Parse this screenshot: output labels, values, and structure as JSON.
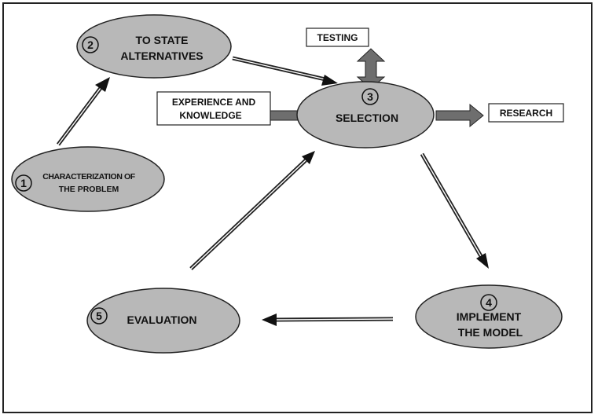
{
  "diagram": {
    "colors": {
      "node_fill": "#b8b8b8",
      "outline": "#222222",
      "solid_arrow_fill": "#6e6e6e",
      "background": "#ffffff"
    },
    "nodes": {
      "n1": {
        "number": "1",
        "line1": "CHARACTERIZATION OF",
        "line2": "THE PROBLEM"
      },
      "n2": {
        "number": "2",
        "line1": "TO STATE",
        "line2": "ALTERNATIVES"
      },
      "n3": {
        "number": "3",
        "line1": "SELECTION"
      },
      "n4": {
        "number": "4",
        "line1": "IMPLEMENT",
        "line2": "THE MODEL"
      },
      "n5": {
        "number": "5",
        "line1": "EVALUATION"
      }
    },
    "boxes": {
      "testing": "TESTING",
      "experience_line1": "EXPERIENCE AND",
      "experience_line2": "KNOWLEDGE",
      "research": "RESEARCH"
    },
    "icons": {
      "flow_arrow": "double-line-arrow",
      "input_arrow": "solid-block-arrow",
      "bidirectional": "double-headed-block-arrow"
    }
  }
}
